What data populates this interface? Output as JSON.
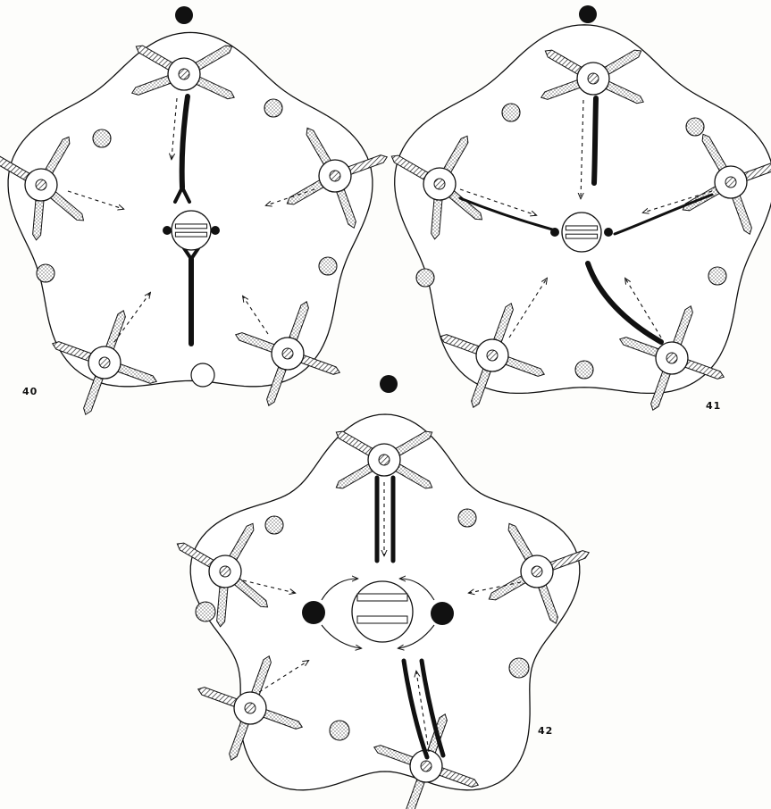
{
  "figures": [
    {
      "label": "40"
    },
    {
      "label": "41"
    },
    {
      "label": "42"
    }
  ],
  "colors": {
    "ink": "#111111",
    "paper": "#fdfdfb"
  },
  "icons": [
    "dot-marker-icon",
    "spoke-stippled-icon",
    "spoke-hatched-icon",
    "pollen-circle-icon"
  ]
}
